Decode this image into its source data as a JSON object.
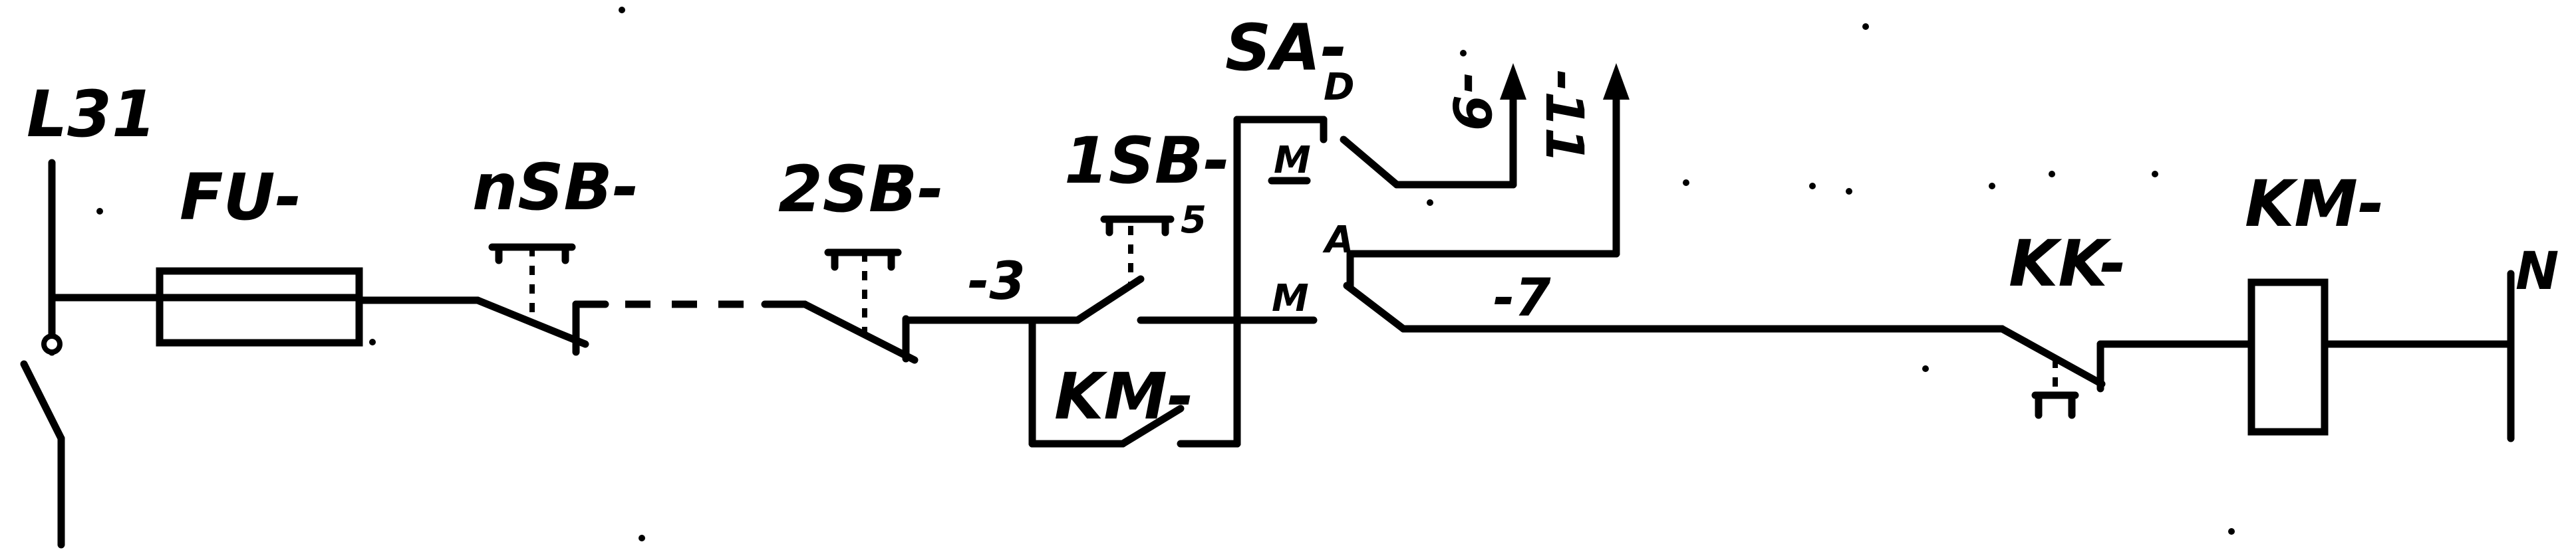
{
  "diagram": {
    "labels": {
      "line": "L31",
      "fuse": "FU-",
      "stop_n": "nSB-",
      "stop_2": "2SB-",
      "start_1": "1SB-",
      "selector": "SA-",
      "selector_auto": "A",
      "selector_manual_top": "M",
      "selector_manual_bottom": "M",
      "selector_top_mark": "D",
      "hold_contact": "KM-",
      "wire_3": "-3",
      "wire_5": "5",
      "wire_7": "-7",
      "wire_9": "-9",
      "wire_11": "-11",
      "thermal_relay": "KK-",
      "coil": "KM-",
      "neutral": "N"
    }
  }
}
